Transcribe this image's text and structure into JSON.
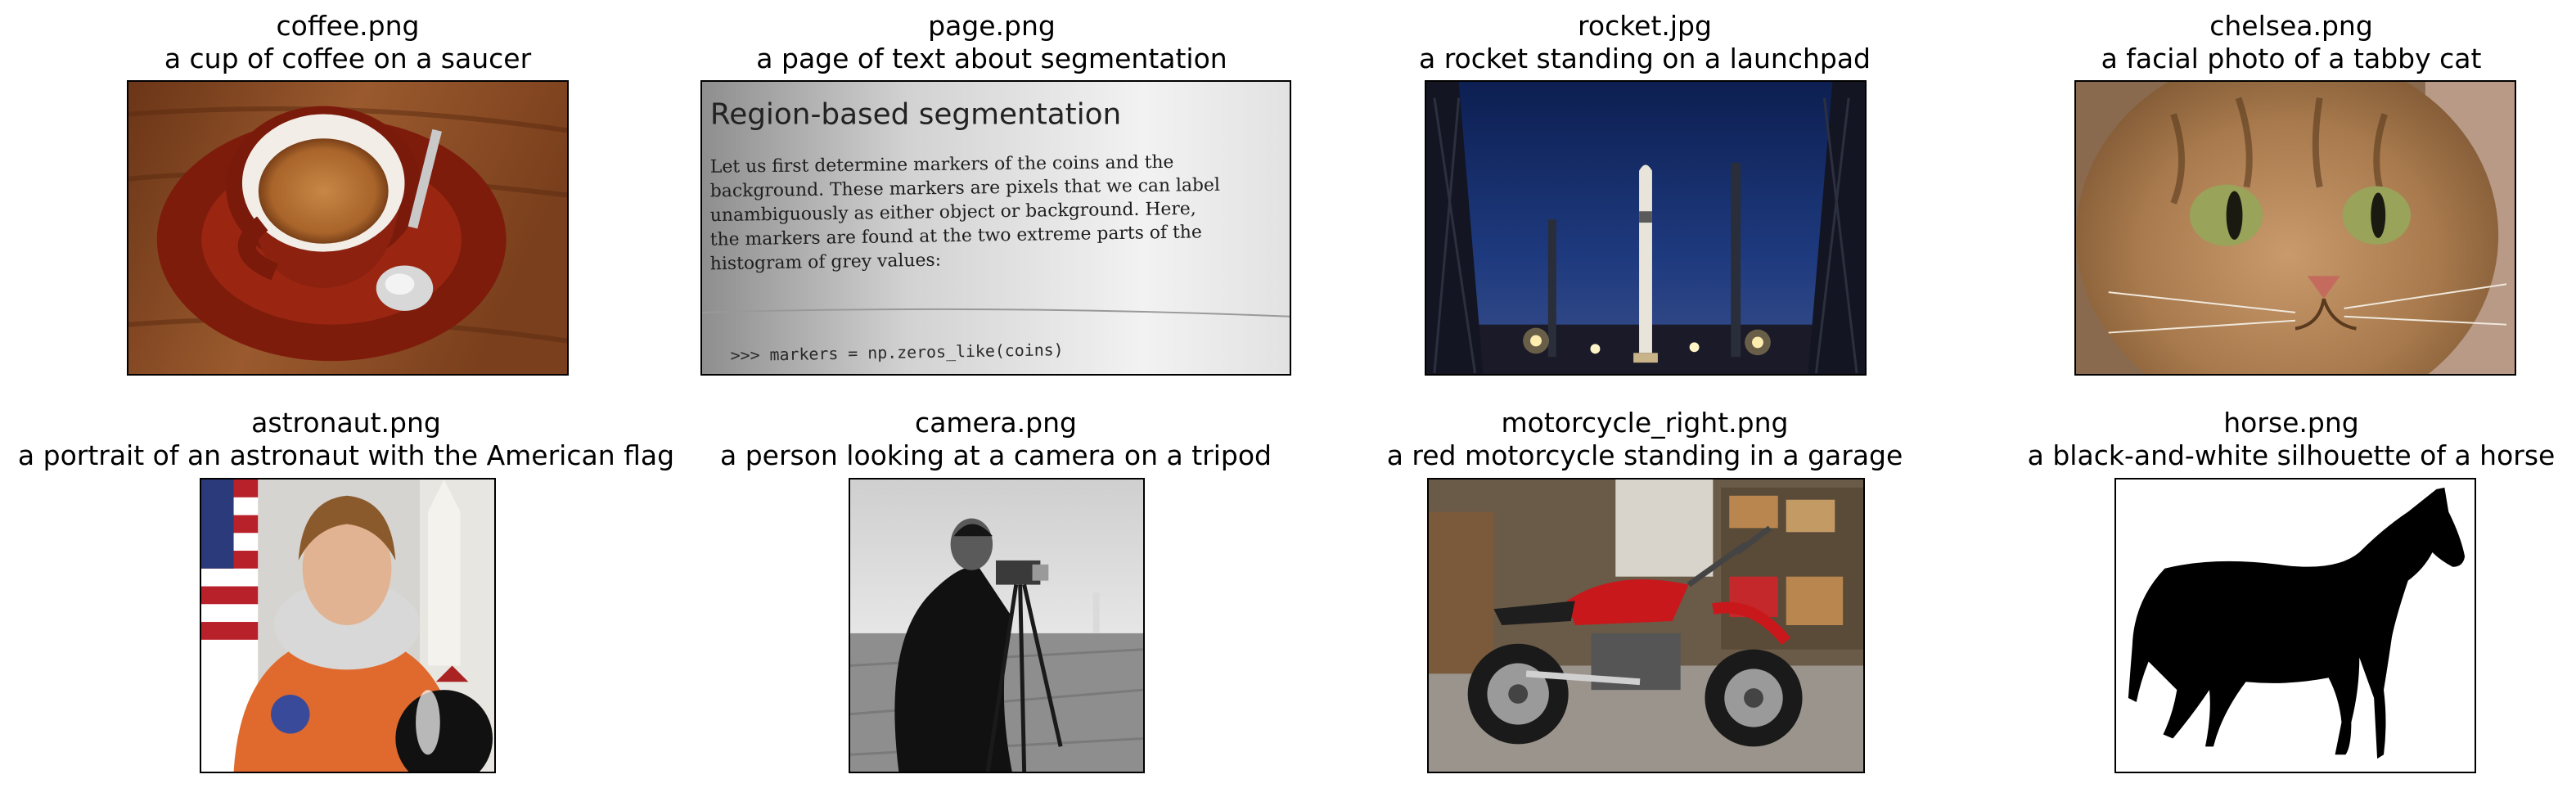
{
  "figures": [
    {
      "filename": "coffee.png",
      "caption": "a cup of coffee on a saucer"
    },
    {
      "filename": "page.png",
      "caption": "a page of text about segmentation"
    },
    {
      "filename": "rocket.jpg",
      "caption": "a rocket standing on a launchpad"
    },
    {
      "filename": "chelsea.png",
      "caption": "a facial photo of a tabby cat"
    },
    {
      "filename": "astronaut.png",
      "caption": "a portrait of an astronaut with the American flag"
    },
    {
      "filename": "camera.png",
      "caption": "a person looking at a camera on a tripod"
    },
    {
      "filename": "motorcycle_right.png",
      "caption": "a red motorcycle standing in a garage"
    },
    {
      "filename": "horse.png",
      "caption": "a black-and-white silhouette of a horse"
    }
  ],
  "page_text": {
    "heading": "Region-based segmentation",
    "lines": [
      "Let us first determine markers of the coins and the",
      "background. These markers are pixels that we can label",
      "unambiguously as either object or background. Here,",
      "the markers are found at the two extreme parts of the",
      "histogram of grey values:"
    ],
    "code": ">>> markers = np.zeros_like(coins)"
  }
}
